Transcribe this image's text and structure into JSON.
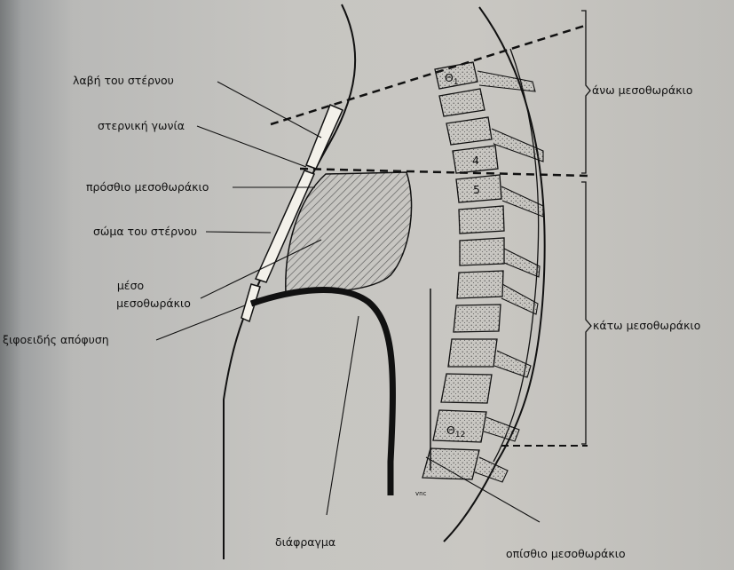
{
  "labels": {
    "manubrium": "λαβή του στέρνου",
    "sternal_angle": "στερνική γωνία",
    "anterior_mediastinum": "πρόσθιο μεσοθωράκιο",
    "sternal_body": "σώμα του στέρνου",
    "middle_mediastinum_1": "μέσο",
    "middle_mediastinum_2": "μεσοθωράκιο",
    "xiphoid": "ξιφοειδής απόφυση",
    "diaphragm": "διάφραγμα",
    "posterior_mediastinum": "οπίσθιο μεσοθωράκιο",
    "superior_mediastinum": "άνω μεσοθωράκιο",
    "inferior_mediastinum": "κάτω μεσοθωράκιο",
    "t1": "Θ",
    "t1_sub": "1",
    "t4": "4",
    "t5": "5",
    "t12": "Θ",
    "t12_sub": "12",
    "signature": "vnc"
  },
  "colors": {
    "paper": "#c6c5c1",
    "ink": "#111111",
    "shading": "#555555"
  }
}
